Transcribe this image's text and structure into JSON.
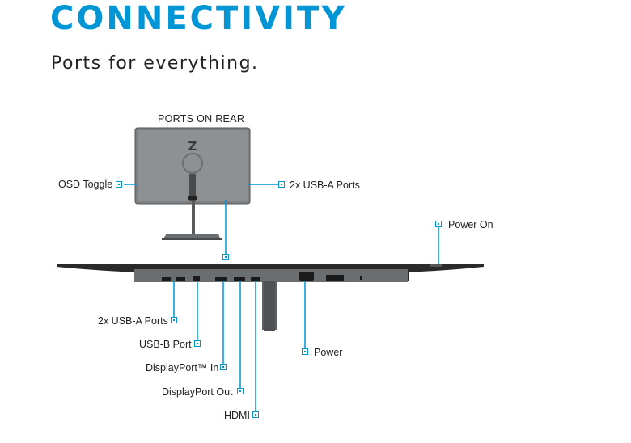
{
  "header": {
    "title": "CONNECTIVITY",
    "subtitle": "Ports for everything."
  },
  "diagram": {
    "rear_heading": "PORTS ON REAR",
    "rear_labels": {
      "osd_toggle": "OSD Toggle",
      "usb_a_rear": "2x USB-A Ports"
    },
    "bottom_labels": {
      "power_on": "Power On",
      "usb_a_bottom": "2x USB-A Ports",
      "usb_b": "USB-B Port",
      "displayport_in": "DisplayPort™ In",
      "displayport_out": "DisplayPort Out",
      "hdmi": "HDMI",
      "power": "Power"
    },
    "logo_letter": "Z"
  },
  "colors": {
    "accent": "#0096d6",
    "text": "#222222",
    "monitor_dark": "#2a2a2a",
    "monitor_gray": "#6b6e71"
  }
}
